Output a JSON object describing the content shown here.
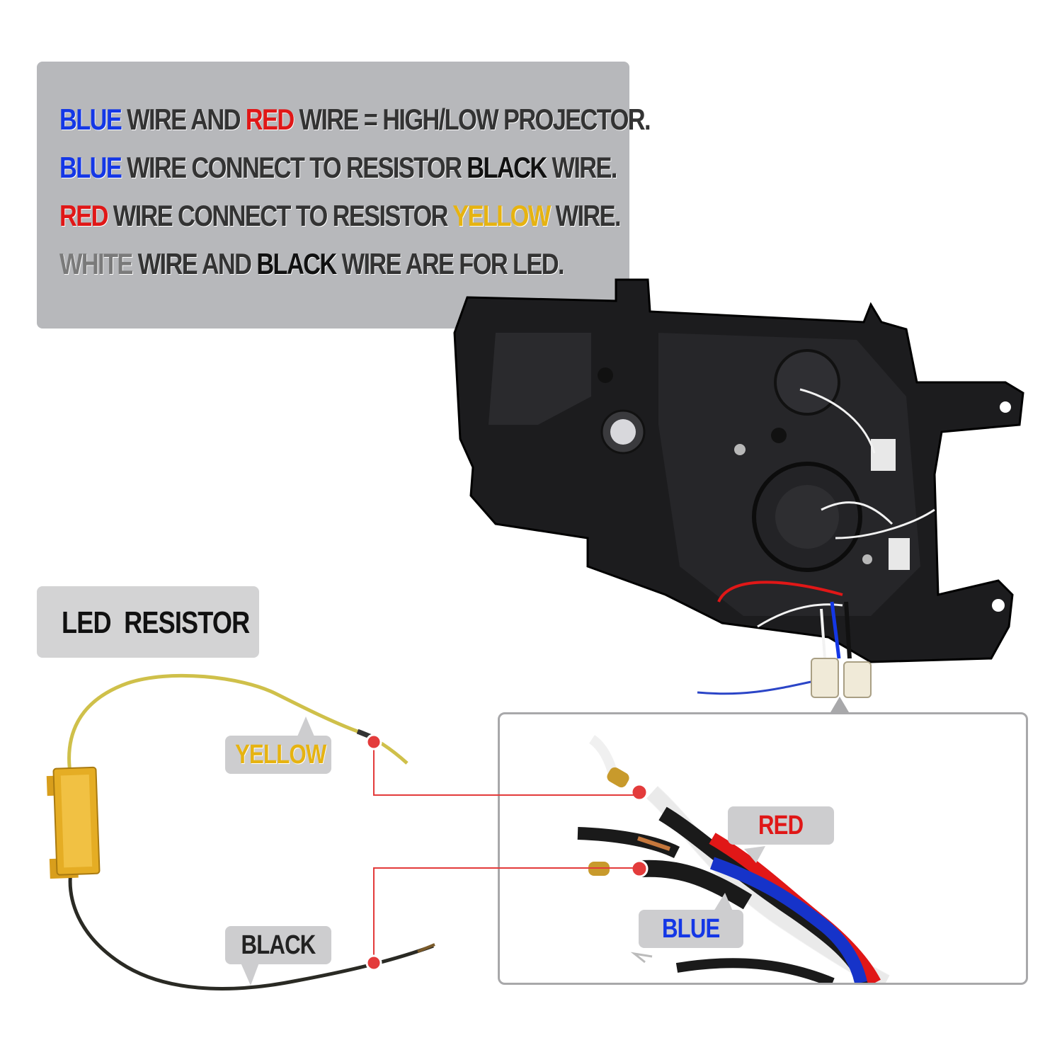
{
  "instructions": {
    "line1": {
      "w1": "BLUE",
      "t1": " WIRE AND ",
      "w2": "RED",
      "t2": " WIRE = HIGH/LOW PROJECTOR."
    },
    "line2": {
      "w1": "BLUE",
      "t1": " WIRE CONNECT TO RESISTOR ",
      "w2": "BLACK",
      "t2": " WIRE."
    },
    "line3": {
      "w1": "RED",
      "t1": " WIRE CONNECT TO RESISTOR ",
      "w2": "YELLOW",
      "t2": " WIRE."
    },
    "line4": {
      "w1": "WHITE",
      "t1": " WIRE AND ",
      "w2": "BLACK",
      "t2": " WIRE ARE FOR LED."
    }
  },
  "resistor_title": "LED  RESISTOR",
  "labels": {
    "yellow": "YELLOW",
    "black": "BLACK",
    "red": "RED",
    "blue": "BLUE"
  },
  "colors": {
    "blue": "#1437e6",
    "red": "#e01717",
    "yellow": "#e6b311",
    "black": "#111111",
    "connector": "#e33b3b",
    "panel": "#b7b8bb"
  }
}
